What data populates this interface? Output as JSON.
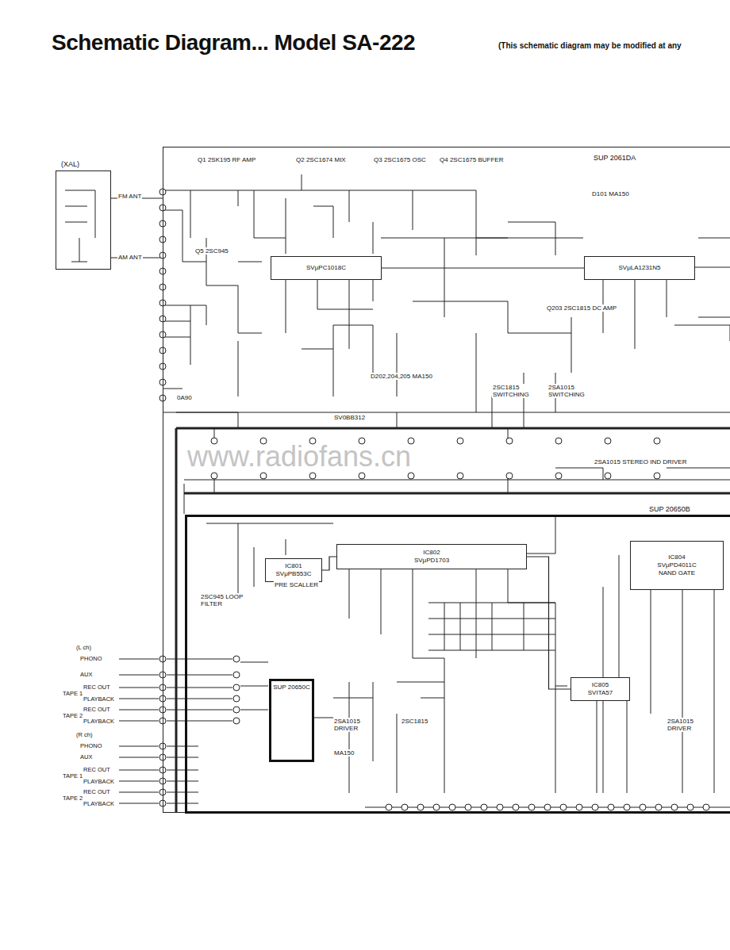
{
  "diagram": {
    "title": "Schematic Diagram... Model SA-222",
    "caption": "(This schematic diagram may be modified at any",
    "nodes": [
      {
        "text": [
          "(XAL)"
        ]
      },
      {
        "text": [
          "SUP 2061DA"
        ]
      },
      {
        "text": [
          "SVμPC1018C"
        ],
        "in": 1
      },
      {
        "text": [
          "SVμLA1231N5"
        ],
        "in": 1
      },
      {
        "text": [
          "SUP 20650B"
        ],
        "in": 1
      },
      {
        "text": [
          "IC801",
          "SVμPB553C"
        ],
        "in": 4
      },
      {
        "text": [
          "IC802",
          "SVμPD1703"
        ],
        "in": 4
      },
      {
        "text": [
          "IC804",
          "SVμPD4011C",
          "NAND GATE"
        ],
        "in": 4
      },
      {
        "text": [
          "IC805",
          "SVITA57"
        ],
        "in": 4
      },
      {
        "text": [
          "SUP 20650C"
        ],
        "in": 1
      }
    ],
    "edges": [
      {
        "from": 2,
        "to": 3,
        "arrow": "none"
      },
      {
        "from": 5,
        "to": 6,
        "arrow": "none"
      },
      {
        "from": 6,
        "to": 8,
        "arrow": "none"
      }
    ],
    "labels": [
      "Q1 2SK195 RF AMP",
      "Q2 2SC1674 MIX",
      "Q3 2SC1675 OSC",
      "Q4 2SC1675 BUFFER",
      "Q5 2SC945",
      "FM ANT",
      "AM ANT",
      "0A90",
      "SV0BB312",
      "D202,204,205 MA150",
      "Q203 2SC1815 DC AMP",
      "2SC1815 SWITCHING",
      "2SA1015 SWITCHING",
      "D101 MA150",
      "2SA1015 STEREO IND DRIVER",
      "PRE SCALLER",
      "2SC945 LOOP FILTER",
      "(L ch)",
      "PHONO",
      "AUX",
      "REC OUT",
      "TAPE 1",
      "PLAYBACK",
      "REC OUT",
      "TAPE 2",
      "PLAYBACK",
      "(R ch)",
      "PHONO",
      "AUX",
      "REC OUT",
      "TAPE 1",
      "PLAYBACK",
      "REC OUT",
      "TAPE 2",
      "PLAYBACK",
      "2SA1015 DRIVER",
      "MA150",
      "2SC1815",
      "2SA1015 DRIVER",
      "www.radiofans.cn"
    ]
  }
}
